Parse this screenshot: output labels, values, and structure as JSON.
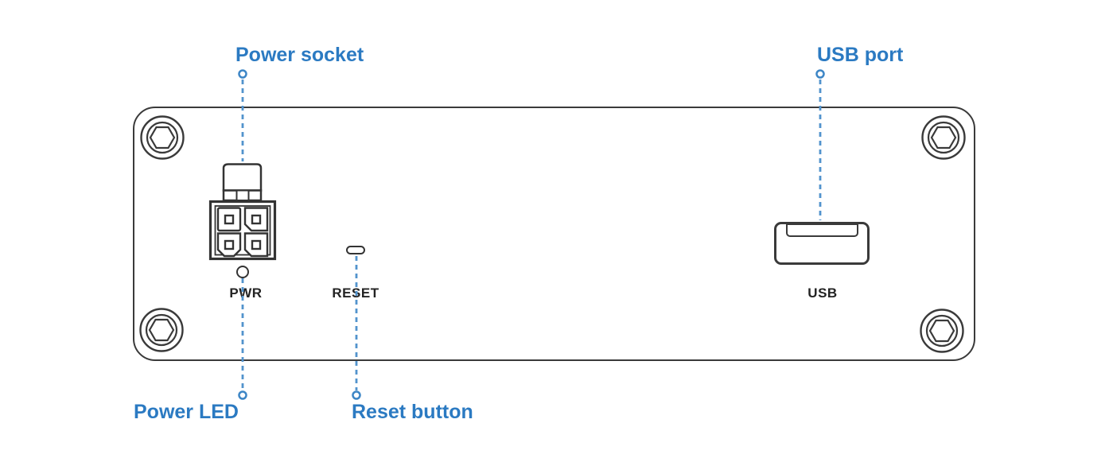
{
  "diagram": {
    "title": "Device rear panel diagram",
    "colors": {
      "callout_text": "#2b7ac2",
      "leader_line": "#5293cd",
      "outline": "#3a3a3a",
      "panel_text": "#232323",
      "background": "#ffffff"
    },
    "callouts": {
      "power_socket": {
        "label": "Power socket"
      },
      "usb_port": {
        "label": "USB port"
      },
      "power_led": {
        "label": "Power LED"
      },
      "reset_button": {
        "label": "Reset button"
      }
    },
    "panel_labels": {
      "pwr": "PWR",
      "reset": "RESET",
      "usb": "USB"
    },
    "icons": [
      "hex-screw-icon",
      "power-connector-icon",
      "power-led-icon",
      "reset-button-icon",
      "usb-port-icon"
    ]
  }
}
